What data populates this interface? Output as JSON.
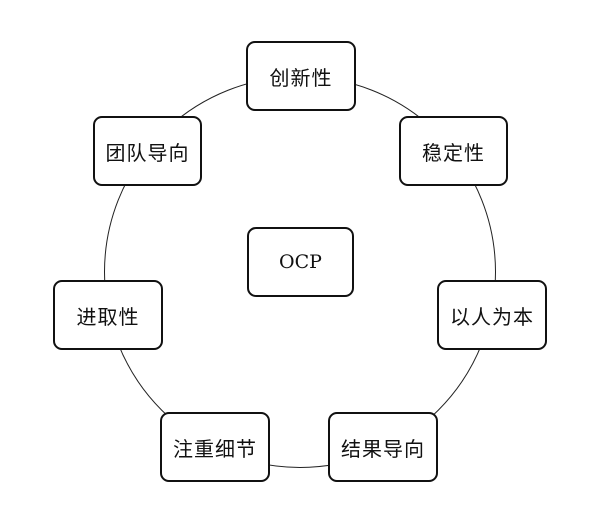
{
  "diagram": {
    "center": "OCP",
    "nodes": {
      "innovation": "创新性",
      "stability": "稳定性",
      "people_oriented": "以人为本",
      "result_oriented": "结果导向",
      "detail_oriented": "注重细节",
      "aggressiveness": "进取性",
      "team_oriented": "团队导向"
    }
  }
}
